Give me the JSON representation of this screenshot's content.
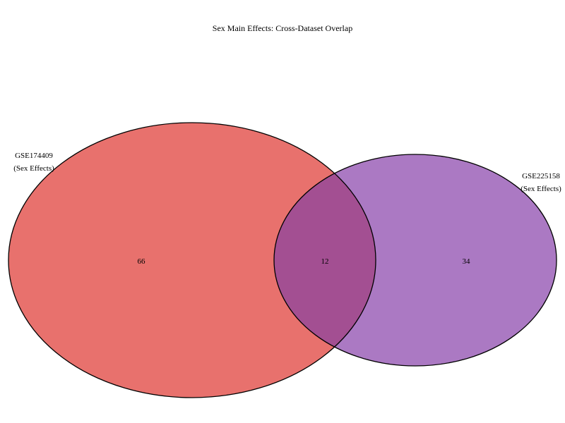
{
  "title": "Sex Main Effects: Cross-Dataset Overlap",
  "colors": {
    "set_a": "#e8716d",
    "set_b": "#ab79c3",
    "overlap": "#a34f92",
    "outline": "#000000"
  },
  "set_a": {
    "name_line1": "GSE174409",
    "name_line2": "(Sex Effects)",
    "only_count": "66"
  },
  "set_b": {
    "name_line1": "GSE225158",
    "name_line2": "(Sex Effects)",
    "only_count": "34"
  },
  "intersection_count": "12"
}
